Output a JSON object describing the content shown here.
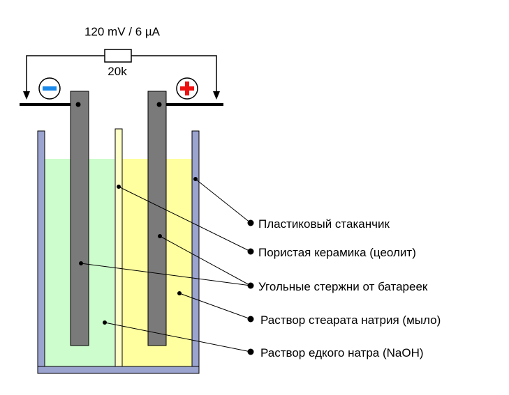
{
  "circuit": {
    "reading": "120 mV / 6 µA",
    "resistor": "20k",
    "negative_symbol": "−",
    "positive_symbol": "+"
  },
  "labels": {
    "cup": "Пластиковый стаканчик",
    "ceramic": "Пористая керамика (цеолит)",
    "rods": "Угольные стержни от батареек",
    "stearate": "Раствор стеарата натрия (мыло)",
    "naoh": "Раствор едкого натра (NaOH)"
  },
  "colors": {
    "cup_wall": "#9ba3cf",
    "naoh_solution": "#cdfccd",
    "stearate_solution": "#ffff9f",
    "ceramic": "#ffffc8",
    "electrode": "#7a7a7a",
    "negative": "#1a88e8",
    "positive": "#ee1111"
  }
}
